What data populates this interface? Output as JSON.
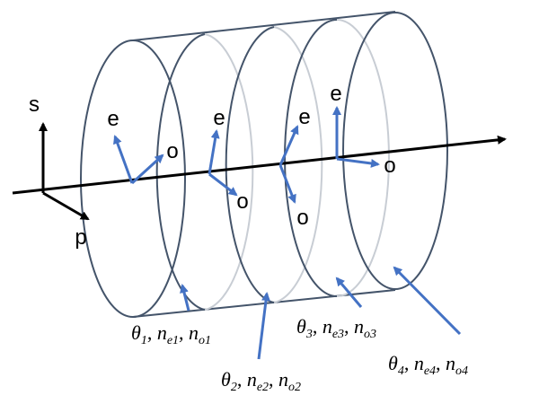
{
  "colors": {
    "outline": "#44546A",
    "vector": "#4472C4",
    "hidden": "#C8CDD4",
    "axis": "#000000"
  },
  "axes": {
    "s_label": "s",
    "p_label": "p"
  },
  "plates": [
    {
      "e_label": "e",
      "o_label": "o",
      "theta": "θ",
      "theta_sub": "1",
      "ne": "n",
      "ne_sub": "e1",
      "no": "n",
      "no_sub": "o1"
    },
    {
      "e_label": "e",
      "o_label": "o",
      "theta": "θ",
      "theta_sub": "2",
      "ne": "n",
      "ne_sub": "e2",
      "no": "n",
      "no_sub": "o2"
    },
    {
      "e_label": "e",
      "o_label": "o",
      "theta": "θ",
      "theta_sub": "3",
      "ne": "n",
      "ne_sub": "e3",
      "no": "n",
      "no_sub": "o3"
    },
    {
      "e_label": "e",
      "o_label": "o",
      "theta": "θ",
      "theta_sub": "4",
      "ne": "n",
      "ne_sub": "e4",
      "no": "n",
      "no_sub": "o4"
    }
  ],
  "separator": ", "
}
